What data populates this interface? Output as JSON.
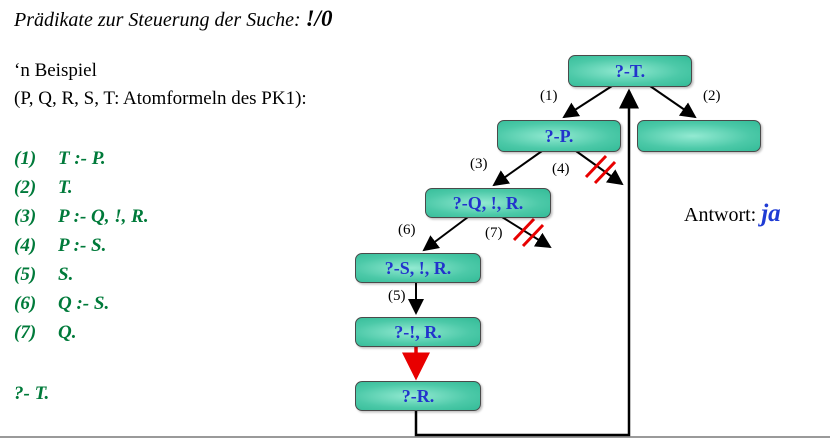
{
  "title": {
    "prefix": "Prädikate zur Steuerung der Suche: ",
    "cut": "!/0"
  },
  "intro": {
    "line1": "‘n Beispiel",
    "line2": "(P, Q, R, S, T: Atomformeln des PK1):"
  },
  "clauses": [
    {
      "num": "(1)",
      "text": "T :- P."
    },
    {
      "num": "(2)",
      "text": "T."
    },
    {
      "num": "(3)",
      "text": "P :- Q, !, R."
    },
    {
      "num": "(4)",
      "text": "P :- S."
    },
    {
      "num": "(5)",
      "text": "S."
    },
    {
      "num": "(6)",
      "text": "Q :- S."
    },
    {
      "num": "(7)",
      "text": "Q."
    }
  ],
  "query": "?- T.",
  "answer": {
    "label": "Antwort: ",
    "value": "ja"
  },
  "tree": {
    "nodes": [
      {
        "id": "t",
        "label": "?-T."
      },
      {
        "id": "p",
        "label": "?-P."
      },
      {
        "id": "empty",
        "label": ""
      },
      {
        "id": "q",
        "label": "?-Q, !, R."
      },
      {
        "id": "s",
        "label": "?-S, !, R."
      },
      {
        "id": "cut",
        "label": "?-!, R."
      },
      {
        "id": "r",
        "label": "?-R."
      }
    ],
    "edge_labels": [
      "(1)",
      "(2)",
      "(3)",
      "(4)",
      "(5)",
      "(6)",
      "(7)"
    ],
    "pruned_edges": [
      "(4)",
      "(7)"
    ]
  },
  "colors": {
    "node_fill_light": "#93ead2",
    "node_fill_dark": "#33bb97",
    "node_text": "#2233cc",
    "clause_green": "#007a3a",
    "cut_red": "#e80000",
    "answer_blue": "#1f3bd4"
  }
}
